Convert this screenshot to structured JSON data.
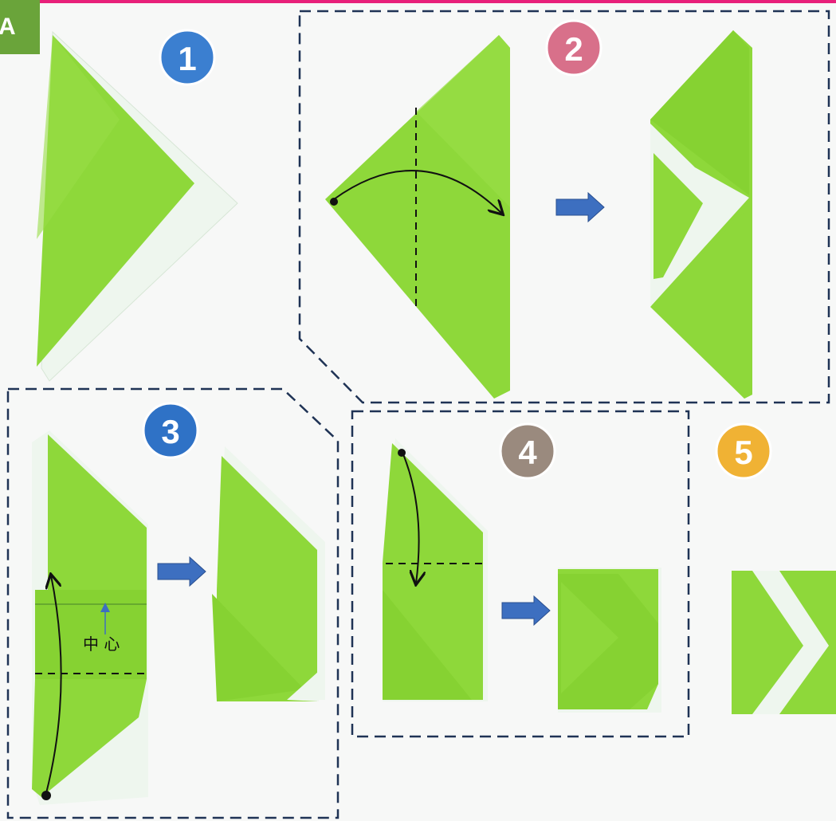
{
  "section_tag": "A",
  "colors": {
    "paper_green": "#8ed83a",
    "paper_green_dark": "#6fc224",
    "paper_white": "#eef6ee",
    "arrow_blue": "#3d6fc0",
    "dash_navy": "#1f3355",
    "accent_bar": "#e8207a"
  },
  "steps": [
    {
      "number": "1",
      "badge_color": "#3b7fd0"
    },
    {
      "number": "2",
      "badge_color": "#d8708a"
    },
    {
      "number": "3",
      "badge_color": "#2f72c6"
    },
    {
      "number": "4",
      "badge_color": "#9a8a7e"
    },
    {
      "number": "5",
      "badge_color": "#f0b234"
    }
  ],
  "center_label": "中 心"
}
